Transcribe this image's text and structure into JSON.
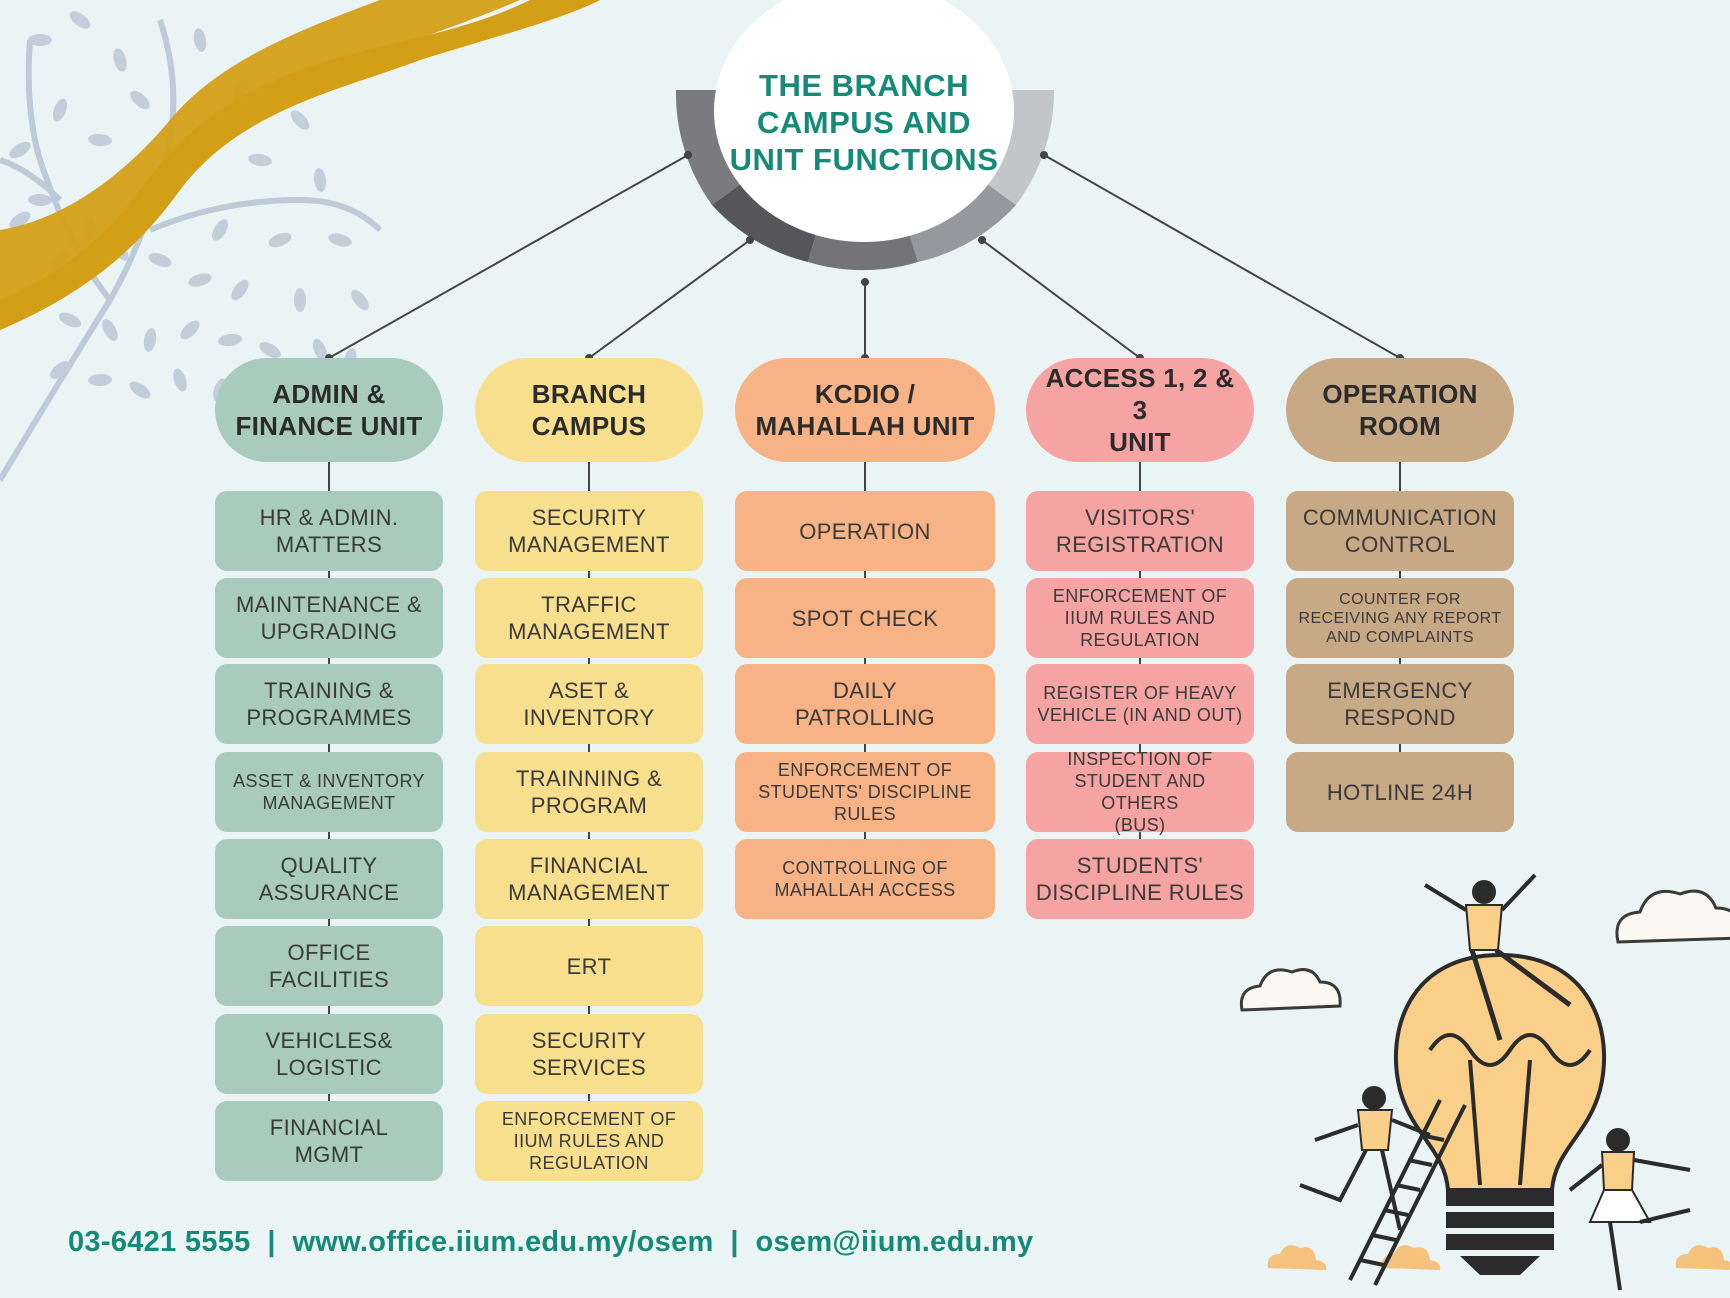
{
  "title": "THE BRANCH\nCAMPUS AND\nUNIT FUNCTIONS",
  "colors": {
    "teal_text": "#168a78",
    "admin": "#a8cbbd",
    "branch": "#f7df8e",
    "kcdio": "#f7b385",
    "access": "#f5a3a3",
    "operation": "#c8a985",
    "gold": "#d39f16"
  },
  "columns": [
    {
      "header": "ADMIN &\nFINANCE UNIT",
      "items": [
        "HR & ADMIN.\nMATTERS",
        "MAINTENANCE &\nUPGRADING",
        "TRAINING &\nPROGRAMMES",
        "ASSET & INVENTORY\nMANAGEMENT",
        "QUALITY\nASSURANCE",
        "OFFICE\nFACILITIES",
        "VEHICLES&\nLOGISTIC",
        "FINANCIAL\nMGMT"
      ]
    },
    {
      "header": "BRANCH\nCAMPUS",
      "items": [
        "SECURITY\nMANAGEMENT",
        "TRAFFIC\nMANAGEMENT",
        "ASET &\nINVENTORY",
        "TRAINNING &\nPROGRAM",
        "FINANCIAL\nMANAGEMENT",
        "ERT",
        "SECURITY\nSERVICES",
        "ENFORCEMENT OF\nIIUM RULES AND\nREGULATION"
      ]
    },
    {
      "header": "KCDIO /\nMAHALLAH UNIT",
      "items": [
        "OPERATION",
        "SPOT CHECK",
        "DAILY\nPATROLLING",
        "ENFORCEMENT OF\nSTUDENTS' DISCIPLINE\nRULES",
        "CONTROLLING OF\nMAHALLAH ACCESS"
      ]
    },
    {
      "header": "ACCESS 1, 2 & 3\nUNIT",
      "items": [
        "VISITORS'\nREGISTRATION",
        "ENFORCEMENT OF\nIIUM RULES AND\nREGULATION",
        "REGISTER OF HEAVY\nVEHICLE (IN AND OUT)",
        "INSPECTION OF\nSTUDENT AND OTHERS\n(BUS)",
        "STUDENTS'\nDISCIPLINE RULES"
      ]
    },
    {
      "header": "OPERATION\nROOM",
      "items": [
        "COMMUNICATION\nCONTROL",
        "COUNTER FOR\nRECEIVING ANY REPORT\nAND COMPLAINTS",
        "EMERGENCY\nRESPOND",
        "HOTLINE 24H"
      ]
    }
  ],
  "footer": "03-6421 5555  |  www.office.iium.edu.my/osem  |  osem@iium.edu.my"
}
